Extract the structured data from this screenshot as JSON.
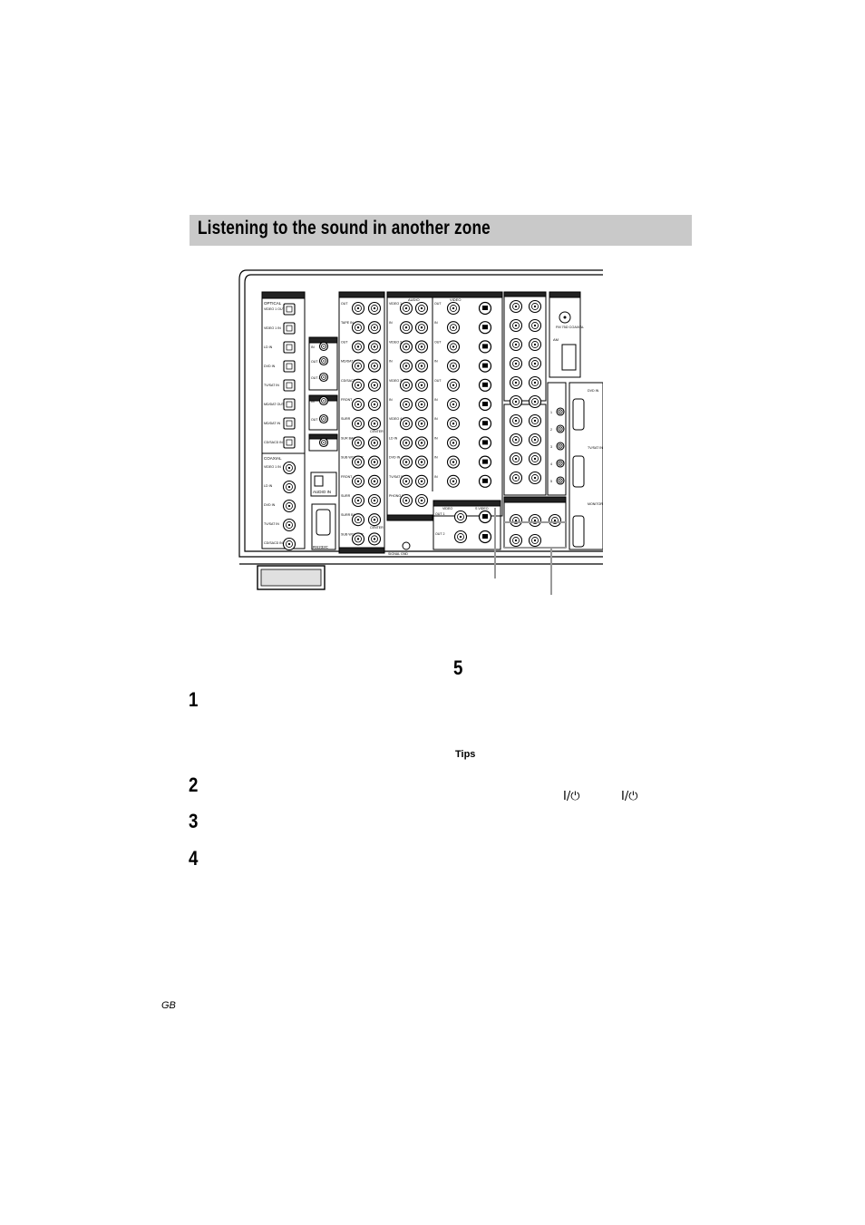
{
  "header": {
    "title": "Listening to the sound in another zone"
  },
  "steps": [
    "1",
    "2",
    "3",
    "4",
    "5"
  ],
  "tips_label": "Tips",
  "power_symbol": "I/⏻",
  "page_footer": {
    "region_code": "GB"
  },
  "panel": {
    "optical_heading": "OPTICAL",
    "optical_jacks": [
      "VIDEO 1 OUT",
      "VIDEO 1 IN",
      "LD IN",
      "DVD IN",
      "TV/SAT IN",
      "MD/DAT OUT",
      "MD/DAT IN",
      "CD/SACD IN"
    ],
    "coaxial_heading": "COAXIAL",
    "coaxial_jacks": [
      "VIDEO 1 IN",
      "LD IN",
      "DVD IN",
      "TV/SAT IN",
      "CD/SACD IN"
    ],
    "mid_labels": [
      "IN",
      "OUT 1",
      "OUT 2",
      "IN",
      "OUT"
    ],
    "audio_in": "AUDIO IN",
    "rs232c": "RS232C",
    "audio_heading": "AUDIO",
    "video_heading": "VIDEO",
    "rows_left": [
      "OUT",
      "TAPE IN",
      "OUT",
      "MD/DAT IN",
      "CD/SACD IN",
      "FRONT",
      "SURR",
      "SUR BACK",
      "SUB WOOFER",
      "FRONT",
      "SURR",
      "SURR BACK",
      "SUB WOOFER"
    ],
    "rows_mid": [
      "VIDEO 1 OUT",
      "IN",
      "VIDEO 2 OUT",
      "IN",
      "VIDEO 3 OUT",
      "IN",
      "VIDEO 4 IN",
      "LD IN",
      "DVD IN",
      "TV/SAT IN",
      "PHONO IN"
    ],
    "rows_right": [
      "OUT",
      "IN",
      "OUT",
      "IN",
      "OUT",
      "IN",
      "IN",
      "IN",
      "IN",
      "IN"
    ],
    "center": "CENTER",
    "signal_gnd": "SIGNAL GND",
    "zone_labels": [
      "OUT 1",
      "OUT 2",
      "VIDEO",
      "S VIDEO"
    ],
    "antenna": {
      "fm": "FM 75Ω COAXIAL",
      "am": "AM"
    },
    "side_labels": [
      "DVD IN",
      "TV/SAT IN",
      "MONITOR OUT"
    ],
    "component_numbers": [
      "1",
      "2",
      "3",
      "4",
      "5"
    ]
  }
}
